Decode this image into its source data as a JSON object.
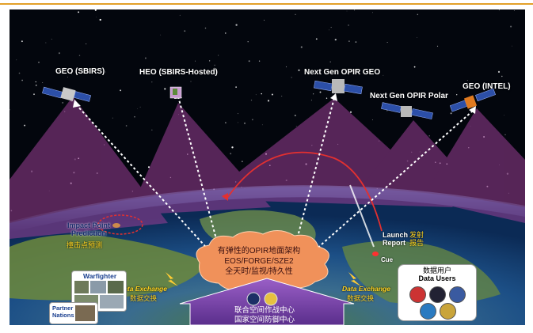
{
  "satellites": {
    "geo_sbirs": "GEO (SBIRS)",
    "heo": "HEO (SBIRS-Hosted)",
    "next_gen_geo": "Next Gen OPIR GEO",
    "next_gen_polar": "Next Gen OPIR Polar",
    "geo_intel": "GEO (INTEL)"
  },
  "impact": {
    "en": "Impact Point Prediction",
    "zh": "撞击点预测"
  },
  "launch": {
    "en": "Launch Report",
    "zh": "发射报告"
  },
  "cue": "Cue",
  "cloud": {
    "line1": "有弹性的OPIR地面架构",
    "line2": "EOS/FORGE/SZE2",
    "line3": "全天时/监视/持久性"
  },
  "data_exchange_left": {
    "en": "Data Exchange",
    "zh": "数据交换"
  },
  "data_exchange_right": {
    "en": "Data Exchange",
    "zh": "数据交换"
  },
  "warfighter": "Warfighter",
  "partner_nations": "Partner Nations",
  "data_users": {
    "zh": "数据用户",
    "en": "Data Users"
  },
  "command": {
    "line1": "联合空间作战中心",
    "line2": "国家空间防御中心"
  },
  "colors": {
    "beam": "#9b3f96",
    "arrow": "#ffffff",
    "trajectory": "#e33030",
    "cloud": "#f0915a",
    "accent": "#e3a028"
  }
}
